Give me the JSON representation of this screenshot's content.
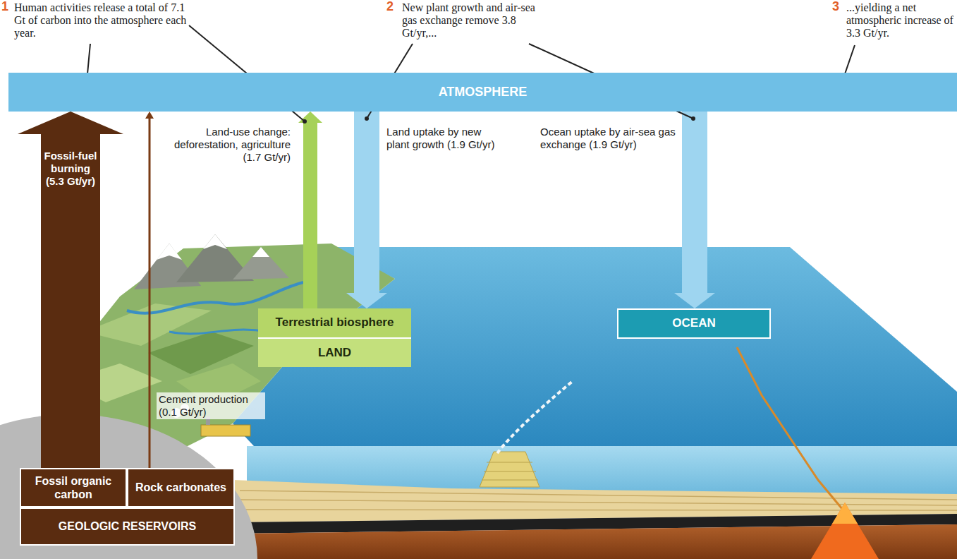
{
  "diagram": {
    "nodes": [
      {
        "text": [
          "ATMOSPHERE"
        ]
      },
      {
        "text": [
          "Terrestrial biosphere"
        ]
      },
      {
        "text": [
          "LAND"
        ]
      },
      {
        "text": [
          "OCEAN"
        ]
      },
      {
        "text": [
          "Fossil organic carbon"
        ]
      },
      {
        "text": [
          "Rock carbonates"
        ]
      },
      {
        "text": [
          "GEOLOGIC RESERVOIRS"
        ]
      }
    ],
    "edges": [
      {
        "from": 4,
        "to": 0,
        "arrow": "to",
        "label": "Fossil-fuel burning (5.3 Gt/yr)"
      },
      {
        "from": 5,
        "to": 0,
        "arrow": "to",
        "label": "Cement production (0.1 Gt/yr)"
      },
      {
        "from": 1,
        "to": 0,
        "arrow": "to",
        "label": "Land-use change: deforestation, agriculture (1.7 Gt/yr)"
      },
      {
        "from": 0,
        "to": 1,
        "arrow": "to",
        "label": "Land uptake by new plant growth (1.9 Gt/yr)"
      },
      {
        "from": 0,
        "to": 3,
        "arrow": "to",
        "label": "Ocean uptake by air-sea gas exchange (1.9 Gt/yr)"
      }
    ],
    "labels": [
      "1",
      "Human activities release a total of 7.1 Gt of carbon into the atmosphere each year.",
      "2",
      "New plant growth and air-sea gas exchange remove 3.8 Gt/yr,...",
      "3",
      "...yielding a net atmospheric increase of 3.3 Gt/yr."
    ]
  }
}
